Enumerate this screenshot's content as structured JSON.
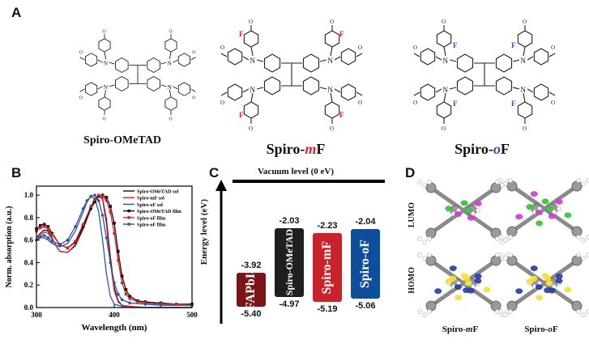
{
  "panels": {
    "a": "A",
    "b": "B",
    "c": "C",
    "d": "D"
  },
  "molecules": {
    "names": [
      {
        "prefix": "Spiro-OMeTAD",
        "accent": "",
        "suffix": ""
      },
      {
        "prefix": "Spiro-",
        "accent": "m",
        "suffix": "F"
      },
      {
        "prefix": "Spiro-",
        "accent": "o",
        "suffix": "F"
      }
    ],
    "atom_labels": {
      "fluorine": "F",
      "nitrogen": "N",
      "oxygen": "O"
    },
    "fluorine_colors": {
      "m": "#d7262e",
      "o": "#2b55a8"
    }
  },
  "chart_data": {
    "type": "line",
    "xlabel": "Wavelength (nm)",
    "ylabel": "Norm. absorption (a.u.)",
    "xlim": [
      300,
      500
    ],
    "ylim": [
      0,
      1.08
    ],
    "xticks": [
      300,
      400,
      500
    ],
    "yticks": [
      0.0,
      0.2,
      0.4,
      0.6,
      0.8,
      1.0
    ],
    "legend_position": "top-right",
    "series": [
      {
        "name": "Spiro-OMeTAD sol",
        "color": "#111111",
        "marker": "none",
        "x": [
          300,
          305,
          310,
          315,
          320,
          325,
          330,
          340,
          350,
          360,
          370,
          375,
          380,
          385,
          390,
          395,
          400,
          405,
          410,
          420,
          440,
          460,
          500
        ],
        "y": [
          0.62,
          0.66,
          0.69,
          0.68,
          0.62,
          0.55,
          0.5,
          0.49,
          0.55,
          0.7,
          0.88,
          0.95,
          0.99,
          0.97,
          0.78,
          0.45,
          0.18,
          0.06,
          0.02,
          0.01,
          0.0,
          0.0,
          0.0
        ]
      },
      {
        "name": "Spiro-mF sol",
        "color": "#d7262e",
        "marker": "none",
        "x": [
          300,
          305,
          310,
          315,
          320,
          325,
          330,
          340,
          350,
          360,
          370,
          375,
          380,
          385,
          390,
          395,
          400,
          405,
          410,
          420,
          440,
          460,
          500
        ],
        "y": [
          0.6,
          0.64,
          0.67,
          0.66,
          0.61,
          0.55,
          0.5,
          0.49,
          0.56,
          0.72,
          0.9,
          0.97,
          1.0,
          0.96,
          0.74,
          0.4,
          0.15,
          0.05,
          0.02,
          0.01,
          0.0,
          0.0,
          0.0
        ]
      },
      {
        "name": "Spiro-oF sol",
        "color": "#2b55a8",
        "marker": "none",
        "x": [
          300,
          305,
          310,
          315,
          320,
          330,
          340,
          350,
          360,
          365,
          370,
          375,
          380,
          385,
          390,
          395,
          400,
          410,
          420,
          440,
          500
        ],
        "y": [
          0.6,
          0.62,
          0.62,
          0.6,
          0.57,
          0.54,
          0.57,
          0.68,
          0.85,
          0.94,
          0.99,
          0.97,
          0.85,
          0.6,
          0.3,
          0.1,
          0.03,
          0.01,
          0.0,
          0.0,
          0.0
        ]
      },
      {
        "name": "Spiro-OMeTAD film",
        "color": "#111111",
        "marker": "square",
        "x": [
          300,
          305,
          310,
          315,
          320,
          330,
          340,
          350,
          360,
          370,
          375,
          380,
          385,
          390,
          395,
          400,
          405,
          410,
          415,
          420,
          430,
          440,
          460,
          480,
          500
        ],
        "y": [
          0.7,
          0.73,
          0.74,
          0.72,
          0.66,
          0.56,
          0.53,
          0.58,
          0.72,
          0.88,
          0.94,
          0.99,
          1.0,
          0.98,
          0.9,
          0.75,
          0.5,
          0.28,
          0.16,
          0.1,
          0.06,
          0.05,
          0.04,
          0.03,
          0.03
        ]
      },
      {
        "name": "Spiro-oF film",
        "color": "#d7262e",
        "marker": "circle",
        "x": [
          300,
          305,
          310,
          315,
          320,
          330,
          340,
          350,
          360,
          370,
          375,
          380,
          385,
          390,
          395,
          400,
          405,
          410,
          415,
          420,
          430,
          440,
          460,
          480,
          500
        ],
        "y": [
          0.68,
          0.71,
          0.72,
          0.7,
          0.65,
          0.56,
          0.53,
          0.59,
          0.74,
          0.9,
          0.96,
          1.0,
          0.99,
          0.95,
          0.85,
          0.66,
          0.42,
          0.22,
          0.12,
          0.08,
          0.05,
          0.04,
          0.03,
          0.03,
          0.02
        ]
      },
      {
        "name": "Spiro-oF film",
        "color": "#2b55a8",
        "marker": "diamond",
        "x": [
          300,
          305,
          310,
          315,
          320,
          330,
          340,
          350,
          360,
          365,
          370,
          375,
          380,
          385,
          390,
          395,
          400,
          405,
          410,
          420,
          440,
          460,
          500
        ],
        "y": [
          0.6,
          0.63,
          0.64,
          0.62,
          0.59,
          0.56,
          0.6,
          0.72,
          0.88,
          0.95,
          0.99,
          1.0,
          0.95,
          0.82,
          0.62,
          0.4,
          0.22,
          0.12,
          0.07,
          0.04,
          0.03,
          0.02,
          0.02
        ]
      }
    ]
  },
  "energy": {
    "vacuum_label": "Vacuum level (0 eV)",
    "axis_label": "Energy level (eV)",
    "bars": [
      {
        "label_main": "FAPbI",
        "label_sub": "3",
        "lumo": -3.92,
        "homo": -5.4,
        "lumo_text": "-3.92",
        "homo_text": "-5.40",
        "color": "#7a1416"
      },
      {
        "label_main": "Spiro-OMeTAD",
        "label_sub": "",
        "lumo": -2.03,
        "homo": -4.97,
        "lumo_text": "-2.03",
        "homo_text": "-4.97",
        "color": "#1f1f1f"
      },
      {
        "label_main": "Spiro-mF",
        "label_sub": "",
        "lumo": -2.23,
        "homo": -5.19,
        "lumo_text": "-2.23",
        "homo_text": "-5.19",
        "color": "#c8232c"
      },
      {
        "label_main": "Spiro-oF",
        "label_sub": "",
        "lumo": -2.04,
        "homo": -5.06,
        "lumo_text": "-2.04",
        "homo_text": "-5.06",
        "color": "#0d4f9c"
      }
    ]
  },
  "orbitals": {
    "rows": [
      "LUMO",
      "HOMO"
    ],
    "columns": [
      {
        "prefix": "Spiro-",
        "accent": "m",
        "suffix": "F"
      },
      {
        "prefix": "Spiro-",
        "accent": "o",
        "suffix": "F"
      }
    ]
  }
}
